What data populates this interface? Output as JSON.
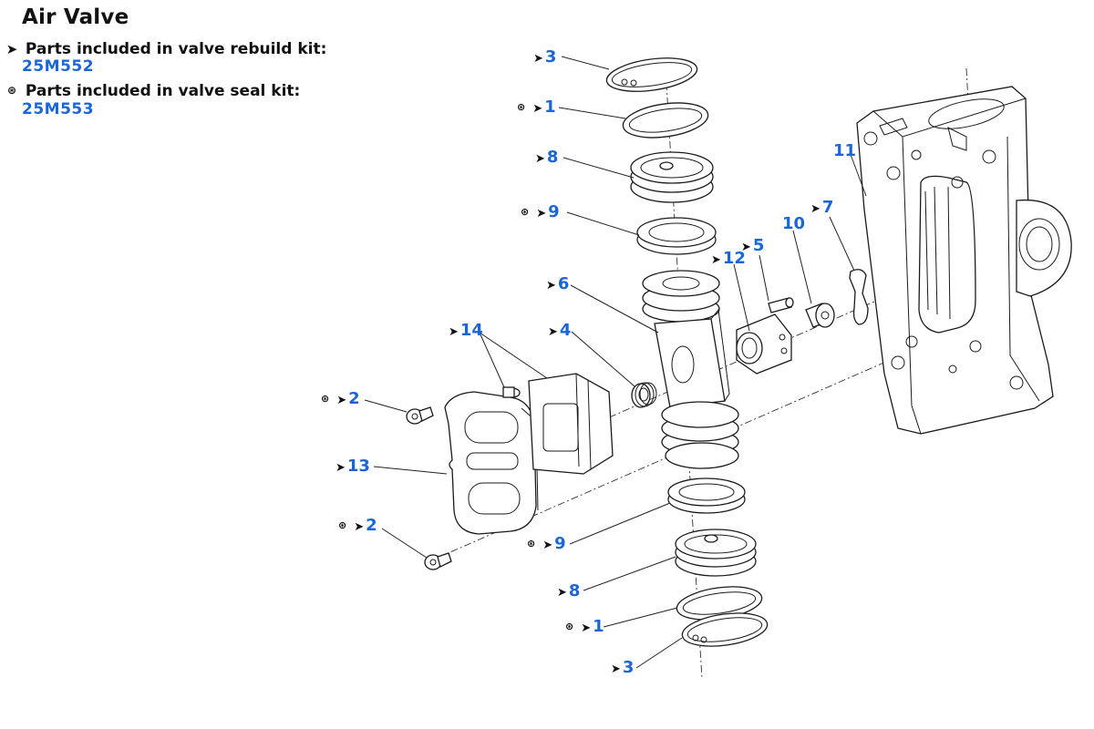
{
  "title": "Air Valve",
  "legend": {
    "rebuild": {
      "symbol": "➤",
      "symbol_icon": "arrowhead-icon",
      "label": "Parts included in valve rebuild kit:",
      "kit_number": "25M552"
    },
    "seal": {
      "symbol": "⊛",
      "symbol_icon": "circled-asterisk-icon",
      "label": "Parts included in valve seal kit:",
      "kit_number": "25M553"
    }
  },
  "colors": {
    "callout_number": "#1a66d9",
    "text": "#111111",
    "line": "#1a1a1a"
  },
  "callouts": [
    {
      "id": "c3-top",
      "number": "3",
      "rebuild": true,
      "seal": false
    },
    {
      "id": "c1-top",
      "number": "1",
      "rebuild": true,
      "seal": true
    },
    {
      "id": "c8-top",
      "number": "8",
      "rebuild": true,
      "seal": false
    },
    {
      "id": "c9-top",
      "number": "9",
      "rebuild": true,
      "seal": true
    },
    {
      "id": "c11",
      "number": "11",
      "rebuild": false,
      "seal": false
    },
    {
      "id": "c7",
      "number": "7",
      "rebuild": true,
      "seal": false
    },
    {
      "id": "c10",
      "number": "10",
      "rebuild": false,
      "seal": false
    },
    {
      "id": "c5",
      "number": "5",
      "rebuild": true,
      "seal": false
    },
    {
      "id": "c12",
      "number": "12",
      "rebuild": true,
      "seal": false
    },
    {
      "id": "c6",
      "number": "6",
      "rebuild": true,
      "seal": false
    },
    {
      "id": "c14",
      "number": "14",
      "rebuild": true,
      "seal": false
    },
    {
      "id": "c4",
      "number": "4",
      "rebuild": true,
      "seal": false
    },
    {
      "id": "c2-top",
      "number": "2",
      "rebuild": true,
      "seal": true
    },
    {
      "id": "c13",
      "number": "13",
      "rebuild": true,
      "seal": false
    },
    {
      "id": "c2-bottom",
      "number": "2",
      "rebuild": true,
      "seal": true
    },
    {
      "id": "c9-bottom",
      "number": "9",
      "rebuild": true,
      "seal": true
    },
    {
      "id": "c8-bottom",
      "number": "8",
      "rebuild": true,
      "seal": false
    },
    {
      "id": "c1-bottom",
      "number": "1",
      "rebuild": true,
      "seal": true
    },
    {
      "id": "c3-bottom",
      "number": "3",
      "rebuild": true,
      "seal": false
    }
  ]
}
